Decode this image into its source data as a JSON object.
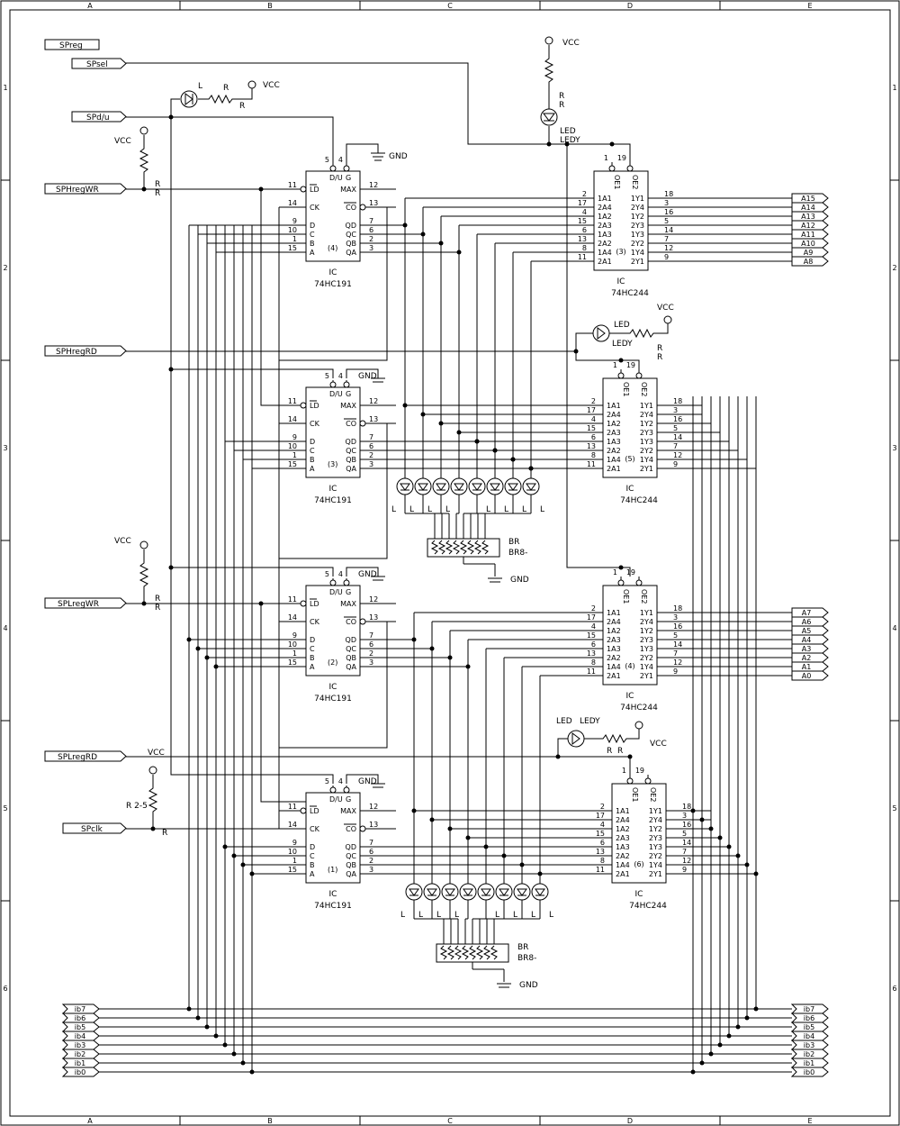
{
  "border": {
    "cols": [
      "A",
      "B",
      "C",
      "D",
      "E"
    ],
    "rows": [
      "1",
      "2",
      "3",
      "4",
      "5",
      "6"
    ]
  },
  "ports": {
    "spreg": "SPreg",
    "spsel": "SPsel",
    "spdu": "SPd/u",
    "sphregwr": "SPHregWR",
    "sphregrd": "SPHregRD",
    "splregwr": "SPLregWR",
    "splregrd": "SPLregRD",
    "spclk": "SPclk"
  },
  "bus_left": [
    "ib7",
    "ib6",
    "ib5",
    "ib4",
    "ib3",
    "ib2",
    "ib1",
    "ib0"
  ],
  "bus_right": [
    "ib7",
    "ib6",
    "ib5",
    "ib4",
    "ib3",
    "ib2",
    "ib1",
    "ib0"
  ],
  "addr_hi": [
    "A15",
    "A14",
    "A13",
    "A12",
    "A11",
    "A10",
    "A9",
    "A8"
  ],
  "addr_lo": [
    "A7",
    "A6",
    "A5",
    "A4",
    "A3",
    "A2",
    "A1",
    "A0"
  ],
  "labels": {
    "vcc": "VCC",
    "gnd": "GND",
    "r": "R",
    "l": "L",
    "led": "LED",
    "ledy": "LEDY",
    "ic": "IC",
    "br": "BR",
    "br8": "BR8-",
    "r25": "R 2-5"
  },
  "counter": {
    "part": "74HC191",
    "pins_left": [
      "11",
      "14",
      "9",
      "10",
      "1",
      "15"
    ],
    "names_left": [
      "LD",
      "CK",
      "D",
      "C",
      "B",
      "A"
    ],
    "pins_right": [
      "12",
      "13",
      "7",
      "6",
      "2",
      "3"
    ],
    "names_right": [
      "MAX",
      "CO",
      "QD",
      "QC",
      "QB",
      "QA"
    ],
    "top_pins": [
      "5",
      "4"
    ],
    "top_names": [
      "D/U",
      "G"
    ],
    "units": [
      "(4)",
      "(3)",
      "(2)",
      "(1)"
    ]
  },
  "buffer": {
    "part": "74HC244",
    "pins_left": [
      "2",
      "17",
      "4",
      "15",
      "6",
      "13",
      "8",
      "11"
    ],
    "names_left": [
      "1A1",
      "2A4",
      "1A2",
      "2A3",
      "1A3",
      "2A2",
      "1A4",
      "2A1"
    ],
    "pins_right": [
      "18",
      "3",
      "16",
      "5",
      "14",
      "7",
      "12",
      "9"
    ],
    "names_right": [
      "1Y1",
      "2Y4",
      "1Y2",
      "2Y3",
      "1Y3",
      "2Y2",
      "1Y4",
      "2Y1"
    ],
    "top_pins": [
      "1",
      "19"
    ],
    "top_names": [
      "OE1",
      "OE2"
    ],
    "units": [
      "(3)",
      "(5)",
      "(4)",
      "(6)"
    ]
  }
}
